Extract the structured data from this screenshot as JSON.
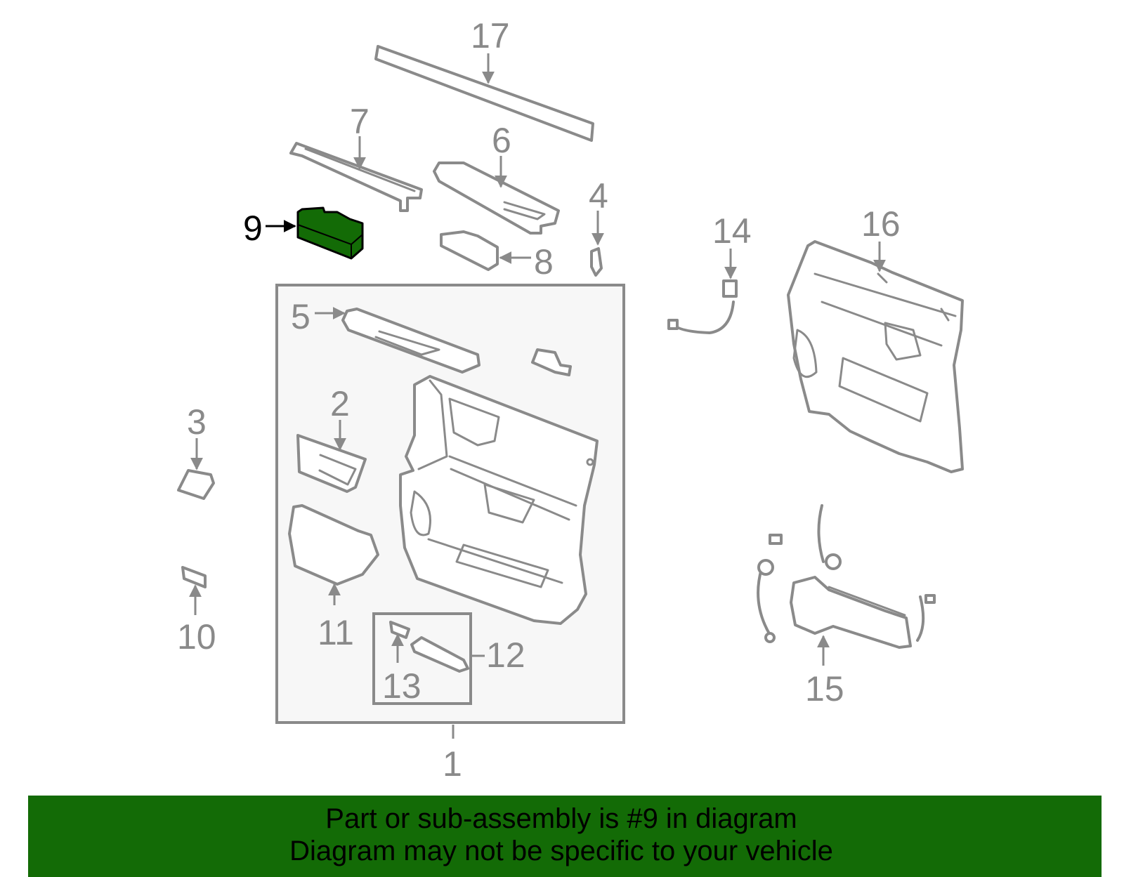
{
  "callouts": {
    "c1": "1",
    "c2": "2",
    "c3": "3",
    "c4": "4",
    "c5": "5",
    "c6": "6",
    "c7": "7",
    "c8": "8",
    "c9": "9",
    "c10": "10",
    "c11": "11",
    "c12": "12",
    "c13": "13",
    "c14": "14",
    "c15": "15",
    "c16": "16",
    "c17": "17"
  },
  "highlighted_part": "9",
  "colors": {
    "highlight": "#136b06",
    "line": "#8a8a8a",
    "banner": "#136b06",
    "panel_box": "#f5f5f5"
  },
  "banner": {
    "line1": "Part or sub-assembly is #9 in diagram",
    "line2": "Diagram may not be specific to your vehicle"
  }
}
